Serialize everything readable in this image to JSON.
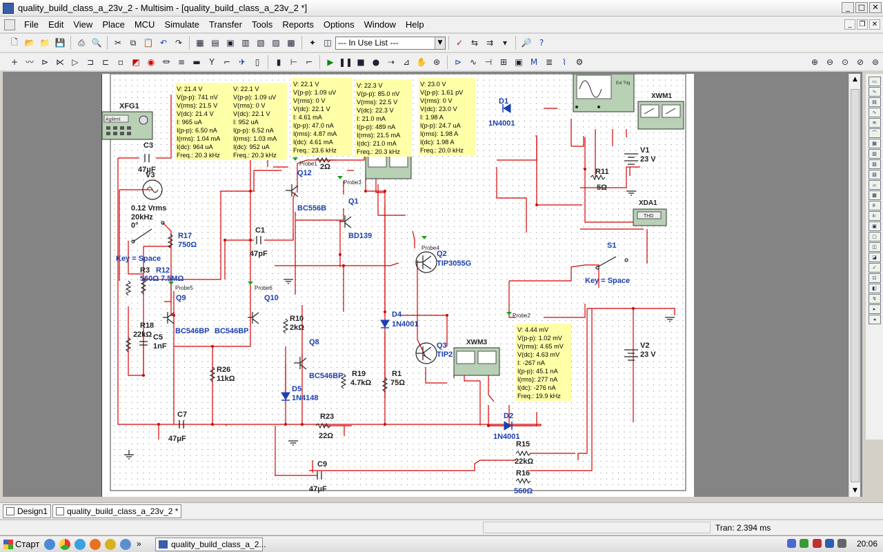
{
  "window": {
    "title": "quality_build_class_a_23v_2 - Multisim - [quality_build_class_a_23v_2 *]"
  },
  "menu": [
    "File",
    "Edit",
    "View",
    "Place",
    "MCU",
    "Simulate",
    "Transfer",
    "Tools",
    "Reports",
    "Options",
    "Window",
    "Help"
  ],
  "toolbar": {
    "in_use_list": "--- In Use List ---"
  },
  "icons": {
    "run": "run-icon",
    "pause": "pause-icon",
    "stop": "stop-icon",
    "search": "zoom-icon",
    "help": "help-icon"
  },
  "probes": [
    {
      "id": "p1",
      "lines": [
        "V: 21.4 V",
        "V(p-p): 741 nV",
        "V(rms): 21.5 V",
        "V(dc): 21.4 V",
        "I: 965 uA",
        "I(p-p): 6.50 nA",
        "I(rms): 1.04 mA",
        "I(dc): 964 uA",
        "Freq.: 20.3 kHz"
      ]
    },
    {
      "id": "p2",
      "lines": [
        "V: 22.1 V",
        "V(p-p): 1.09 uV",
        "V(rms): 0 V",
        "V(dc): 22.1 V",
        "I: 952 uA",
        "I(p-p): 6.52 nA",
        "I(rms): 1.03 mA",
        "I(dc): 952 uA",
        "Freq.: 20.3 kHz"
      ]
    },
    {
      "id": "p3",
      "lines": [
        "V: 22.1 V",
        "V(p-p): 1.09 uV",
        "V(rms): 0 V",
        "V(dc): 22.1 V",
        "I: 4.61 mA",
        "I(p-p): 47.0 nA",
        "I(rms): 4.87 mA",
        "I(dc): 4.61 mA",
        "Freq.: 23.6 kHz"
      ]
    },
    {
      "id": "p4",
      "lines": [
        "V: 22.3 V",
        "V(p-p): 85.0 nV",
        "V(rms): 22.5 V",
        "V(dc): 22.3 V",
        "I: 21.0 mA",
        "I(p-p): 489 nA",
        "I(rms): 21.5 mA",
        "I(dc): 21.0 mA",
        "Freq.: 20.3 kHz"
      ]
    },
    {
      "id": "p5",
      "lines": [
        "V: 23.0 V",
        "V(p-p): 1.61 pV",
        "V(rms): 0 V",
        "V(dc): 23.0 V",
        "I: 1.98 A",
        "I(p-p): 24.7 uA",
        "I(rms): 1.98 A",
        "I(dc): 1.98 A",
        "Freq.: 20.0 kHz"
      ]
    },
    {
      "id": "p6",
      "lines": [
        "V: 4.44 mV",
        "V(p-p): 1.02 mV",
        "V(rms): 4.65 mV",
        "V(dc): 4.63 mV",
        "I: -267 nA",
        "I(p-p): 45.1 nA",
        "I(rms): 277 nA",
        "I(dc): -276 nA",
        "Freq.: 19.9 kHz"
      ]
    }
  ],
  "labels": {
    "xfg1": "XFG1",
    "agilent": "Agilent",
    "c3": "C3",
    "c3v": "47μF",
    "v3": "V3",
    "v3a": "0.12 Vrms",
    "v3b": "20kHz",
    "v3c": "0°",
    "r17": "R17",
    "r17v": "750Ω",
    "key1": "Key = Space",
    "r3": "R3",
    "r3v": "560Ω",
    "r12": "R12",
    "r12v": "7.5MΩ",
    "r18": "R18",
    "r18v": "22kΩ",
    "c5": "C5",
    "c5v": "1nF",
    "q9": "Q9",
    "q10": "Q10",
    "bc546a": "BC546BP",
    "bc546b": "BC546BP",
    "r26": "R26",
    "r26v": "11kΩ",
    "c7": "C7",
    "c7v": "47μF",
    "c1": "C1",
    "c1v": "47pF",
    "r10": "R10",
    "r10v": "2kΩ",
    "q8": "Q8",
    "q8v": "BC546BP",
    "d5": "D5",
    "d5v": "1N4148",
    "r23": "R23",
    "r23v": "22Ω",
    "c9": "C9",
    "c9v": "47μF",
    "q12": "Q12",
    "q12v": "BC556B",
    "probe1": "Probe1",
    "r2v": "2Ω",
    "probe3": "Probe3",
    "q1": "Q1",
    "q1v": "BD139",
    "probe4": "Probe4",
    "q2": "Q2",
    "q2v": "TIP3055G",
    "d4": "D4",
    "d4v": "1N4001",
    "r1": "R1",
    "r1v": "75Ω",
    "r19": "R19",
    "r19v": "4.7kΩ",
    "q3": "Q3",
    "q3v": "TIP2",
    "xwm3": "XWM3",
    "d1": "D1",
    "d1v": "1N4001",
    "xwm1": "XWM1",
    "v1": "V1",
    "v1v": "23 V",
    "r11": "R11",
    "r11v": "5Ω",
    "xda1": "XDA1",
    "thd": "THD",
    "s1": "S1",
    "key2": "Key = Space",
    "probe2": "Probe2",
    "v2": "V2",
    "v2v": "23 V",
    "d2": "D2",
    "d2v": "1N4001",
    "r15": "R15",
    "r15v": "22kΩ",
    "r16": "R16",
    "r16v": "560Ω",
    "probe5": "Probe5",
    "probe6": "Probe6",
    "ext": "Ext Trig"
  },
  "tabs": {
    "design": "Design1",
    "file": "quality_build_class_a_23v_2 *"
  },
  "status": {
    "tran": "Tran: 2.394 ms"
  },
  "taskbar": {
    "start": "Старт",
    "app": "quality_build_class_a_2...",
    "clock": "20:06"
  }
}
